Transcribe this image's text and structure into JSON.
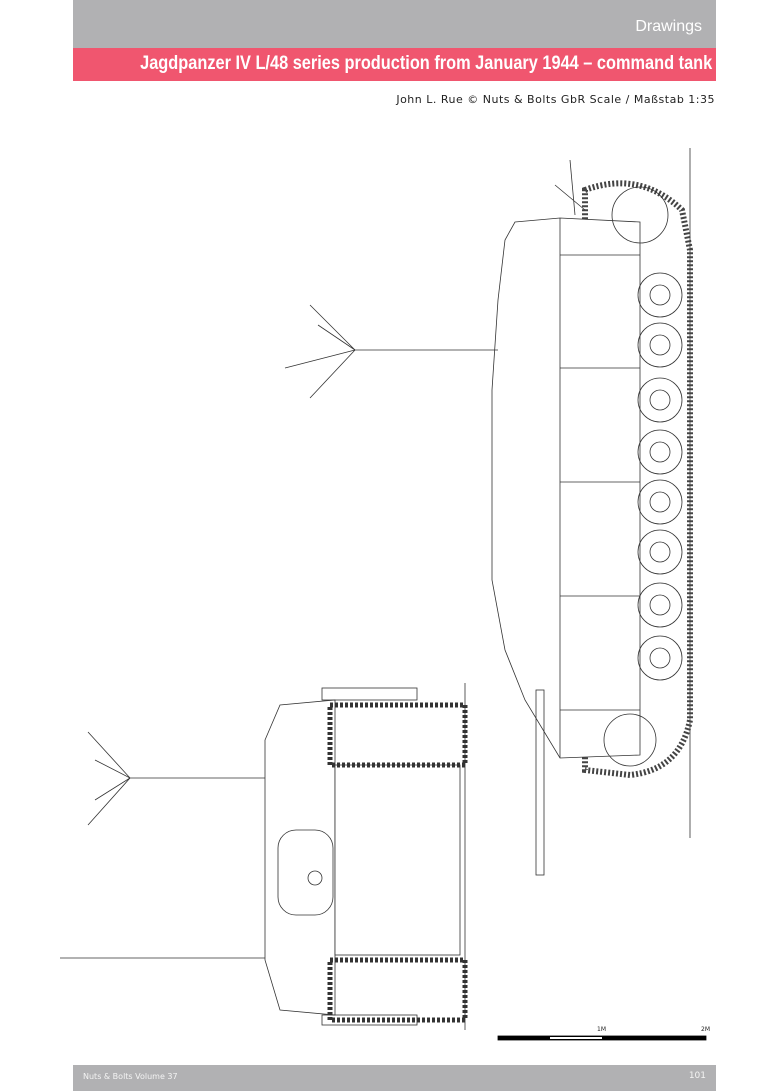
{
  "header": {
    "section": "Drawings",
    "title": "Jagdpanzer IV L/48 series production from January 1944 – command tank",
    "credit": "John L. Rue © Nuts & Bolts GbR Scale / Maßstab 1:35"
  },
  "scale_bar": {
    "label_1": "1M",
    "label_2": "2M"
  },
  "footer": {
    "volume": "Nuts & Bolts Volume 37",
    "page": "101"
  },
  "colors": {
    "header_gray": "#b1b1b3",
    "title_pink": "#f0566f"
  }
}
